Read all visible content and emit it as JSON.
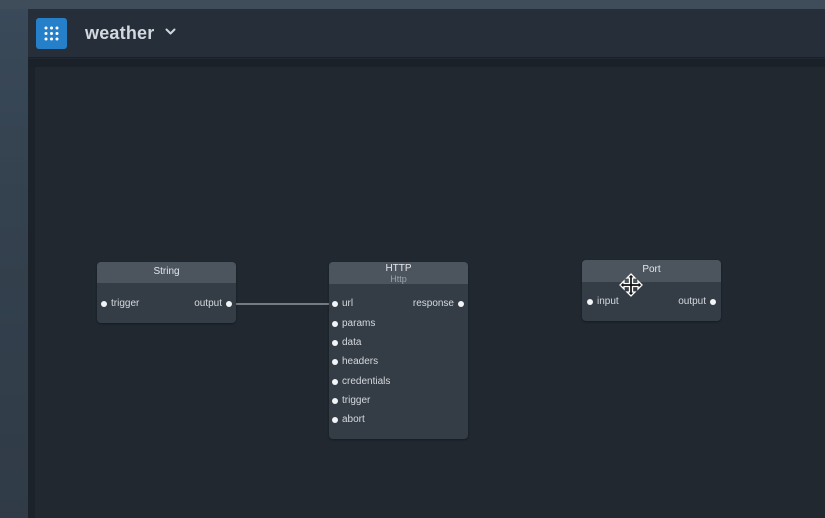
{
  "app": {
    "title": "weather",
    "menu_icon": "grid-icon",
    "title_chevron_icon": "chevron-down-icon",
    "accent_color": "#2680c9"
  },
  "graph": {
    "nodes": [
      {
        "id": "string",
        "title": "String",
        "inputs": [
          "trigger"
        ],
        "outputs": [
          "output"
        ]
      },
      {
        "id": "http",
        "title": "HTTP",
        "subtitle": "Http",
        "inputs": [
          "url",
          "params",
          "data",
          "headers",
          "credentials",
          "trigger",
          "abort"
        ],
        "outputs": [
          "response"
        ]
      },
      {
        "id": "port",
        "title": "Port",
        "inputs": [
          "input"
        ],
        "outputs": [
          "output"
        ]
      }
    ],
    "connections": [
      {
        "from": "String.output",
        "to": "HTTP.url"
      }
    ]
  }
}
